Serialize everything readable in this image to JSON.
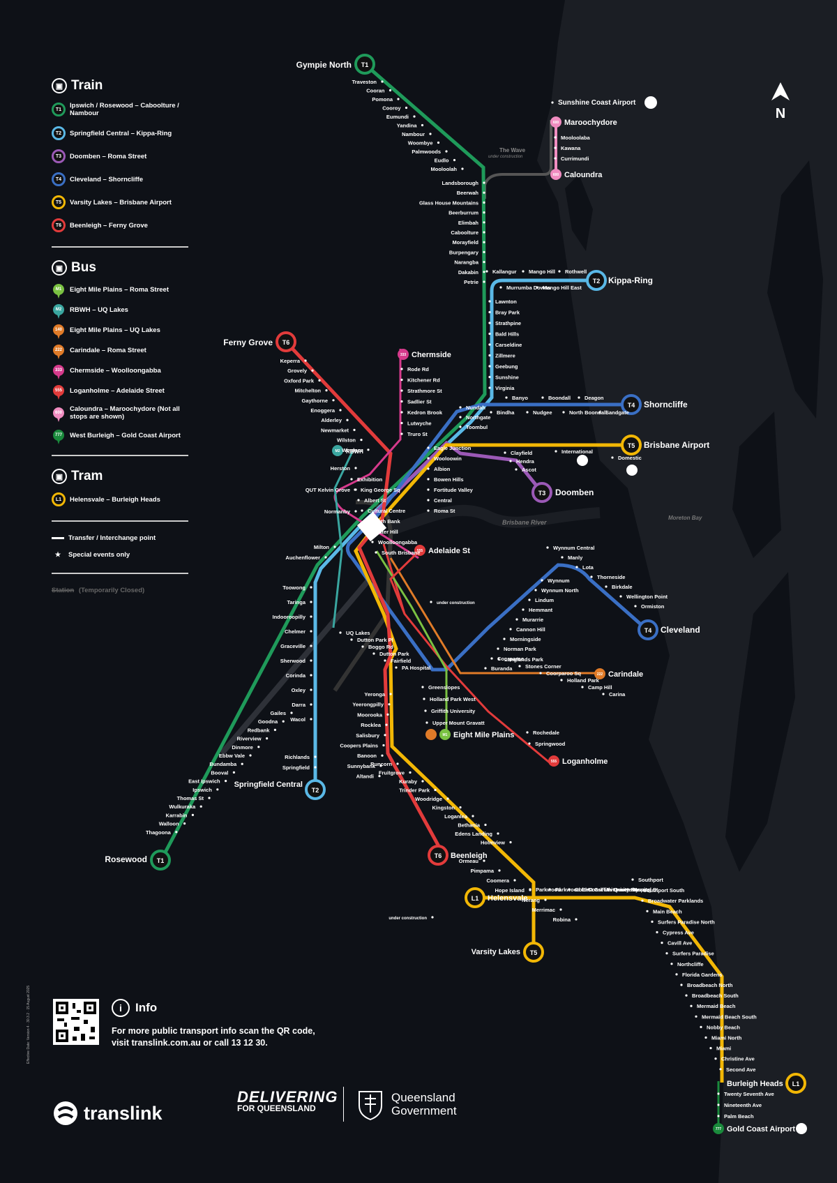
{
  "legend": {
    "train": {
      "title": "Train",
      "items": [
        {
          "code": "T1",
          "label": "Ipswich / Rosewood – Caboolture / Nambour",
          "color": "#1f9a5a"
        },
        {
          "code": "T2",
          "label": "Springfield Central – Kippa-Ring",
          "color": "#5ab8e6"
        },
        {
          "code": "T3",
          "label": "Doomben – Roma Street",
          "color": "#9b59b6"
        },
        {
          "code": "T4",
          "label": "Cleveland – Shorncliffe",
          "color": "#3a6fc4"
        },
        {
          "code": "T5",
          "label": "Varsity Lakes – Brisbane Airport",
          "color": "#f2b705"
        },
        {
          "code": "T6",
          "label": "Beenleigh – Ferny Grove",
          "color": "#e23b3b"
        }
      ]
    },
    "bus": {
      "title": "Bus",
      "items": [
        {
          "code": "M1",
          "label": "Eight Mile Plains – Roma Street",
          "color": "#7ac142"
        },
        {
          "code": "M2",
          "label": "RBWH – UQ Lakes",
          "color": "#3aa6a0"
        },
        {
          "code": "140",
          "label": "Eight Mile Plains – UQ Lakes",
          "color": "#e07b28"
        },
        {
          "code": "222",
          "label": "Carindale – Roma Street",
          "color": "#e07b28"
        },
        {
          "code": "333",
          "label": "Chermside – Woolloongabba",
          "color": "#d63a8c"
        },
        {
          "code": "555",
          "label": "Loganholme – Adelaide Street",
          "color": "#e23b3b"
        },
        {
          "code": "600",
          "label": "Caloundra – Maroochydore (Not all stops are shown)",
          "color": "#f08cc0"
        },
        {
          "code": "777",
          "label": "West Burleigh – Gold Coast Airport",
          "color": "#1a8a3c"
        }
      ]
    },
    "tram": {
      "title": "Tram",
      "items": [
        {
          "code": "L1",
          "label": "Helensvale – Burleigh Heads",
          "color": "#f2b705"
        }
      ]
    },
    "symbols": {
      "transfer": "Transfer / Interchange point",
      "special": "Special events only"
    },
    "closed": {
      "station": "Station",
      "note": "(Temporarily Closed)"
    }
  },
  "north_label": "N",
  "river_label": "Brisbane River",
  "bay_label": "Moreton Bay",
  "wave_label": "The Wave",
  "wave_note": "under construction",
  "info": {
    "title": "Info",
    "text": "For more public transport info scan the QR code, visit translink.com.au or call 13 12 30."
  },
  "brand": {
    "translink": "translink",
    "delivering1": "DELIVERING",
    "delivering2": "FOR QUEENSLAND",
    "qld1": "Queensland",
    "qld2": "Government"
  },
  "side_note": "Effective Date: Version 4 · 30.3.2 · 15 August 2025",
  "terminals": [
    {
      "code": "T1",
      "name": "Gympie North"
    },
    {
      "code": "T1",
      "name": "Rosewood"
    },
    {
      "code": "T2",
      "name": "Kippa-Ring"
    },
    {
      "code": "T2",
      "name": "Springfield Central"
    },
    {
      "code": "T3",
      "name": "Doomben"
    },
    {
      "code": "T4",
      "name": "Shorncliffe"
    },
    {
      "code": "T4",
      "name": "Cleveland"
    },
    {
      "code": "T5",
      "name": "Brisbane Airport"
    },
    {
      "code": "T5",
      "name": "Varsity Lakes"
    },
    {
      "code": "T6",
      "name": "Ferny Grove"
    },
    {
      "code": "T6",
      "name": "Beenleigh"
    },
    {
      "code": "L1",
      "name": "Helensvale"
    },
    {
      "code": "L1",
      "name": "Burleigh Heads"
    },
    {
      "code": "600",
      "name": "Maroochydore"
    },
    {
      "code": "600",
      "name": "Caloundra"
    },
    {
      "code": "333",
      "name": "Chermside"
    },
    {
      "code": "555",
      "name": "Adelaide St"
    },
    {
      "code": "555",
      "name": "Loganholme"
    },
    {
      "code": "222",
      "name": "Carindale"
    },
    {
      "code": "M1",
      "name": "Eight Mile Plains"
    },
    {
      "code": "M2",
      "name": "RBWH"
    },
    {
      "code": "777",
      "name": "Gold Coast Airport"
    }
  ],
  "stations": {
    "t1_north": [
      "Traveston",
      "Cooran",
      "Pomona",
      "Cooroy",
      "Eumundi",
      "Yandina",
      "Nambour",
      "Woombye",
      "Palmwoods",
      "Eudlo",
      "Mooloolah",
      "Landsborough",
      "Beerwah",
      "Glass House Mountains",
      "Beerburrum",
      "Elimbah",
      "Caboolture",
      "Morayfield",
      "Burpengary",
      "Narangba",
      "Dakabin",
      "Petrie"
    ],
    "sunshine_coast": [
      "Sunshine Coast Airport",
      "Mooloolaba",
      "Kawana",
      "Currimundi"
    ],
    "kippa": [
      "Kallangur",
      "Mango Hill",
      "Rothwell",
      "Murrumba Downs",
      "Mango Hill East"
    ],
    "north_trunk": [
      "Lawnton",
      "Bray Park",
      "Strathpine",
      "Bald Hills",
      "Carseldine",
      "Zillmere",
      "Geebung",
      "Sunshine",
      "Virginia"
    ],
    "shorncliffe": [
      "Banyo",
      "Boondall",
      "Deagon",
      "Bindha",
      "Nudgee",
      "North Boondall",
      "Sandgate"
    ],
    "central_north": [
      "Nundah",
      "Northgate",
      "Toombul",
      "Eagle Junction",
      "Wooloowin",
      "Albion",
      "Bowen Hills",
      "Fortitude Valley",
      "Central",
      "Roma St"
    ],
    "airport": [
      "International",
      "Domestic"
    ],
    "doomben": [
      "Clayfield",
      "Hendra",
      "Ascot"
    ],
    "ferny": [
      "Keperra",
      "Grovely",
      "Oxford Park",
      "Mitchelton",
      "Gaythorne",
      "Enoggera",
      "Alderley",
      "Newmarket",
      "Wilston",
      "Windsor"
    ],
    "chermside": [
      "Rode Rd",
      "Kitchener Rd",
      "Strathmore St",
      "Sadlier St",
      "Kedron Brook",
      "Lutwyche",
      "Truro St"
    ],
    "inner": [
      "Herston",
      "QUT Kelvin Grove",
      "Normanby",
      "Exhibition",
      "King George Sq",
      "Albert St",
      "Cultural Centre",
      "South Bank",
      "Mater Hill",
      "Woolloongabba",
      "South Brisbane",
      "under construction"
    ],
    "west": [
      "Milton",
      "Auchenflower",
      "Toowong",
      "Taringa",
      "Indooroopilly",
      "Chelmer",
      "Graceville",
      "Sherwood",
      "Corinda",
      "Oxley",
      "Darra",
      "Wacol",
      "Gailes",
      "Goodna",
      "Redbank",
      "Riverview",
      "Dinmore",
      "Ebbw Vale",
      "Bundamba",
      "Booval",
      "East Ipswich",
      "Ipswich",
      "Thomas St",
      "Wulkuraka",
      "Karrabin",
      "Walloon",
      "Thagoona"
    ],
    "springfield": [
      "Richlands",
      "Springfield"
    ],
    "uq": [
      "UQ Lakes",
      "Dutton Park Pl",
      "Boggo Rd",
      "Dutton Park",
      "Fairfield",
      "PA Hospital"
    ],
    "cleveland": [
      "Wynnum Central",
      "Manly",
      "Lota",
      "Thorneside",
      "Birkdale",
      "Wellington Point",
      "Ormiston",
      "Wynnum",
      "Wynnum North",
      "Lindum",
      "Hemmant",
      "Murarrie",
      "Cannon Hill",
      "Morningside",
      "Norman Park",
      "Coorparoo",
      "Buranda"
    ],
    "carindale": [
      "Langlands Park",
      "Stones Corner",
      "Coorparoo Sq",
      "Holland Park",
      "Camp Hill",
      "Carina"
    ],
    "busway": [
      "Greenslopes",
      "Holland Park West",
      "Griffith University",
      "Upper Mount Gravatt",
      "Rochedale",
      "Springwood"
    ],
    "gold_coast": [
      "Yeronga",
      "Yeerongpilly",
      "Moorooka",
      "Rocklea",
      "Salisbury",
      "Coopers Plains",
      "Banoon",
      "Sunnybank",
      "Altandi",
      "Runcorn",
      "Fruitgrove",
      "Kuraby",
      "Trinder Park",
      "Woodridge",
      "Kingston",
      "Loganlea",
      "Bethania",
      "Edens Landing",
      "Holmview",
      "Ormeau",
      "Pimpama",
      "Coomera",
      "Hope Island",
      "Nerang",
      "Merrimac",
      "Robina"
    ],
    "tram": [
      "Parkwood",
      "Parkwood East",
      "Gold Coast University Hospital",
      "Griffith University",
      "Queen St",
      "Nerang St",
      "Southport",
      "Southport South",
      "Broadwater Parklands",
      "Main Beach",
      "Surfers Paradise North",
      "Cypress Ave",
      "Cavill Ave",
      "Surfers Paradise",
      "Northcliffe",
      "Florida Gardens",
      "Broadbeach North",
      "Broadbeach South",
      "Mermaid Beach",
      "Mermaid Beach South",
      "Nobby Beach",
      "Miami North",
      "Miami",
      "Christine Ave",
      "Second Ave",
      "Twenty Seventh Ave",
      "Nineteenth Ave",
      "Palm Beach"
    ],
    "merrimac_note": "under construction"
  }
}
